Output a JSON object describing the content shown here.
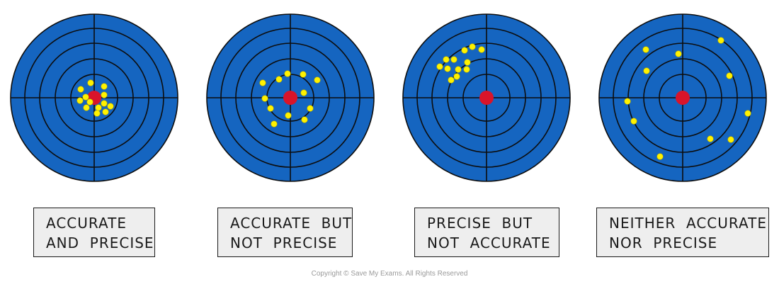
{
  "colors": {
    "target_fill": "#1565c0",
    "ring_stroke": "#0d0d0d",
    "bullseye": "#d9142a",
    "hit": "#fff200",
    "hit_stroke": "#b5a900",
    "label_bg": "#eeeeee"
  },
  "targets": [
    {
      "id": "accurate-and-precise",
      "label_lines": [
        "ACCURATE",
        "AND  PRECISE"
      ],
      "hits": [
        [
          -19,
          -12
        ],
        [
          -5,
          -21
        ],
        [
          14,
          -16
        ],
        [
          -12,
          -1
        ],
        [
          14,
          -4
        ],
        [
          -20,
          4
        ],
        [
          -6,
          6
        ],
        [
          14,
          8
        ],
        [
          -11,
          14
        ],
        [
          6,
          14
        ],
        [
          23,
          12
        ],
        [
          16,
          20
        ],
        [
          4,
          22
        ]
      ]
    },
    {
      "id": "accurate-but-not-precise",
      "label_lines": [
        "ACCURATE  BUT",
        "NOT  PRECISE"
      ],
      "hits": [
        [
          -39,
          -21
        ],
        [
          -16,
          -26
        ],
        [
          -4,
          -34
        ],
        [
          18,
          -33
        ],
        [
          38,
          -25
        ],
        [
          19,
          -7
        ],
        [
          -36,
          1
        ],
        [
          28,
          15
        ],
        [
          -28,
          15
        ],
        [
          -3,
          25
        ],
        [
          20,
          31
        ],
        [
          -23,
          37
        ]
      ]
    },
    {
      "id": "precise-but-not-accurate",
      "label_lines": [
        "PRECISE  BUT",
        "NOT  ACCURATE"
      ],
      "hits": [
        [
          -31,
          -67
        ],
        [
          -20,
          -72
        ],
        [
          -7,
          -68
        ],
        [
          -57,
          -54
        ],
        [
          -46,
          -54
        ],
        [
          -27,
          -50
        ],
        [
          -66,
          -44
        ],
        [
          -55,
          -41
        ],
        [
          -40,
          -40
        ],
        [
          -28,
          -40
        ],
        [
          -42,
          -30
        ],
        [
          -50,
          -25
        ]
      ]
    },
    {
      "id": "neither-accurate-nor-precise",
      "label_lines": [
        "NEITHER  ACCURATE",
        "NOR  PRECISE"
      ],
      "hits": [
        [
          -52,
          -68
        ],
        [
          -6,
          -62
        ],
        [
          54,
          -81
        ],
        [
          -51,
          -38
        ],
        [
          66,
          -31
        ],
        [
          -78,
          5
        ],
        [
          92,
          22
        ],
        [
          -69,
          33
        ],
        [
          39,
          58
        ],
        [
          68,
          59
        ],
        [
          -32,
          83
        ]
      ]
    }
  ],
  "copyright": "Copyright © Save My Exams. All Rights Reserved"
}
